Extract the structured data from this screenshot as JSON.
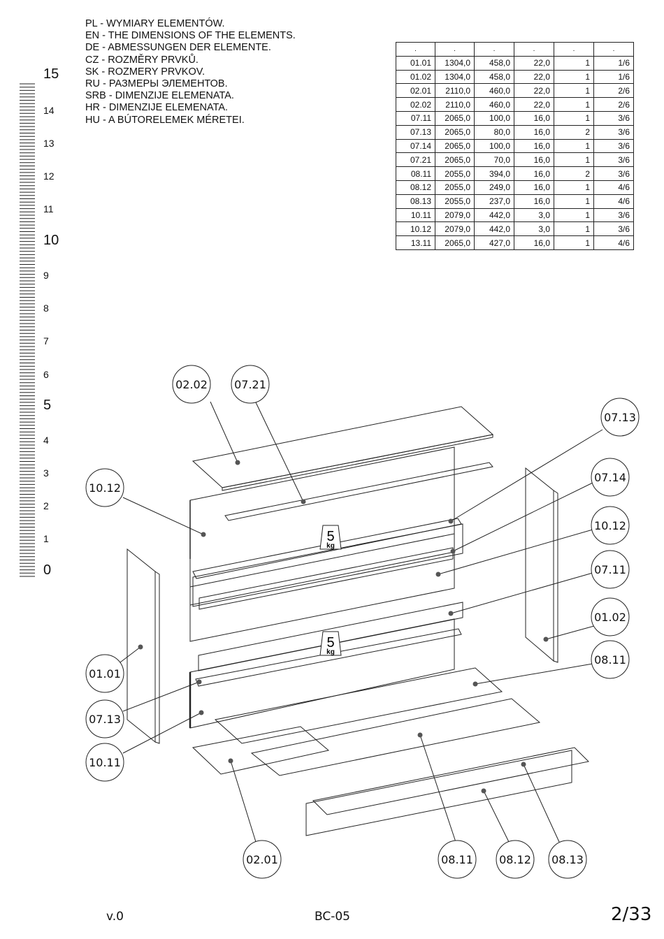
{
  "titles": [
    "PL - WYMIARY ELEMENTÓW.",
    "EN - THE DIMENSIONS OF THE ELEMENTS.",
    "DE - ABMESSUNGEN DER ELEMENTE.",
    "CZ - ROZMĚRY PRVKŮ.",
    "SK - ROZMERY PRVKOV.",
    "RU - РАЗМЕРЫ ЭЛЕМЕНТОВ.",
    "SRB - DIMENZIJE ELEMENATA.",
    "HR - DIMENZIJE ELEMENATA.",
    "HU - A BÚTORELEMEK MÉRETEI."
  ],
  "table": {
    "headers": [
      ".",
      ".",
      ".",
      ".",
      ".",
      "."
    ],
    "rows": [
      [
        "01.01",
        "1304,0",
        "458,0",
        "22,0",
        "1",
        "1/6"
      ],
      [
        "01.02",
        "1304,0",
        "458,0",
        "22,0",
        "1",
        "1/6"
      ],
      [
        "02.01",
        "2110,0",
        "460,0",
        "22,0",
        "1",
        "2/6"
      ],
      [
        "02.02",
        "2110,0",
        "460,0",
        "22,0",
        "1",
        "2/6"
      ],
      [
        "07.11",
        "2065,0",
        "100,0",
        "16,0",
        "1",
        "3/6"
      ],
      [
        "07.13",
        "2065,0",
        "80,0",
        "16,0",
        "2",
        "3/6"
      ],
      [
        "07.14",
        "2065,0",
        "100,0",
        "16,0",
        "1",
        "3/6"
      ],
      [
        "07.21",
        "2065,0",
        "70,0",
        "16,0",
        "1",
        "3/6"
      ],
      [
        "08.11",
        "2055,0",
        "394,0",
        "16,0",
        "2",
        "3/6"
      ],
      [
        "08.12",
        "2055,0",
        "249,0",
        "16,0",
        "1",
        "4/6"
      ],
      [
        "08.13",
        "2055,0",
        "237,0",
        "16,0",
        "1",
        "4/6"
      ],
      [
        "10.11",
        "2079,0",
        "442,0",
        "3,0",
        "1",
        "3/6"
      ],
      [
        "10.12",
        "2079,0",
        "442,0",
        "3,0",
        "1",
        "3/6"
      ],
      [
        "13.11",
        "2065,0",
        "427,0",
        "16,0",
        "1",
        "4/6"
      ]
    ]
  },
  "ruler": {
    "labels": [
      "15",
      "14",
      "13",
      "12",
      "11",
      "10",
      "9",
      "8",
      "7",
      "6",
      "5",
      "4",
      "3",
      "2",
      "1",
      "0"
    ]
  },
  "weight_badges": [
    {
      "number": "5",
      "unit": "kg"
    },
    {
      "number": "5",
      "unit": "kg"
    }
  ],
  "callouts": [
    "02.02",
    "07.21",
    "07.13",
    "10.12",
    "07.14",
    "10.12",
    "07.11",
    "01.02",
    "08.11",
    "01.01",
    "07.13",
    "10.11",
    "02.01",
    "08.11",
    "08.12",
    "08.13"
  ],
  "footer": {
    "version": "v.0",
    "model": "BC-05",
    "page": "2/33"
  },
  "colors": {
    "line": "#222222",
    "dot": "#555555"
  }
}
